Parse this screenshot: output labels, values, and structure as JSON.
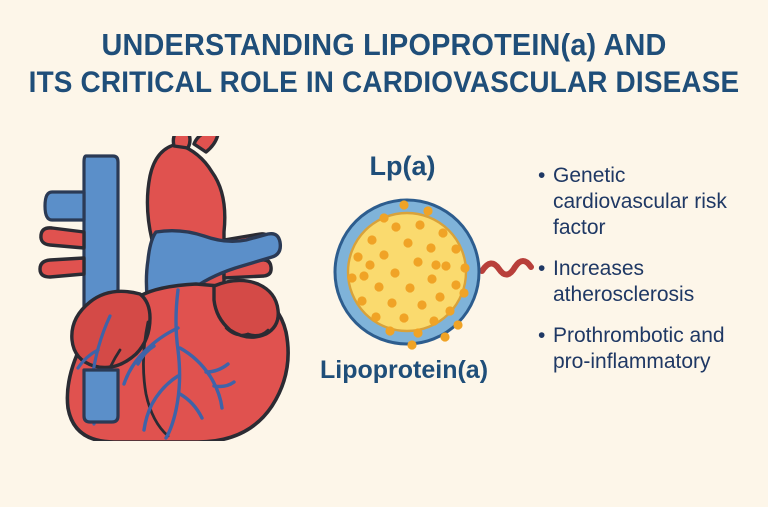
{
  "background_color": "#fdf6e9",
  "title": {
    "line1": "UNDERSTANDING LIPOPROTEIN(a) AND",
    "line2": "ITS CRITICAL ROLE IN CARDIOVASCULAR DISEASE",
    "color": "#1f4e79"
  },
  "diagram": {
    "label_top": "Lp(a)",
    "label_bottom": "Lipoprotein(a)",
    "label_color": "#1f4e79",
    "shell_color": "#7fb3d9",
    "shell_outline_color": "#2d5d8e",
    "core_color": "#fada6e",
    "core_outline_color": "#d9a23a",
    "particle_dot_color": "#f0a326",
    "apo_tail_color": "#b83f3a",
    "dot_count": 38
  },
  "heart": {
    "muscle_color": "#e0524f",
    "muscle_shade_color": "#d44a47",
    "muscle_outline_color": "#2b2b33",
    "vessel_blue_color": "#5b8fc9",
    "vessel_blue_dark_color": "#4a7cb5",
    "vessel_outline_color": "#2b3a55",
    "coronary_vein_color": "#3f63a8"
  },
  "facts": {
    "bullet_glyph": "•",
    "text_color": "#1f3864",
    "items": [
      "Genetic cardiovascular risk factor",
      "Increases atherosclerosis",
      "Prothrombotic and pro-inflammatory"
    ]
  }
}
